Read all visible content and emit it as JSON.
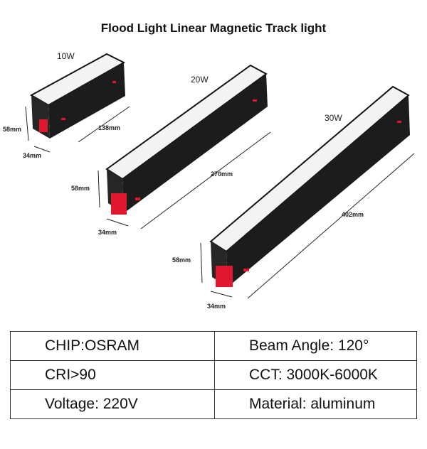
{
  "title": "Flood Light Linear Magnetic Track light",
  "products": [
    {
      "watt": "10W",
      "height": "58mm",
      "width": "34mm",
      "length": "138mm"
    },
    {
      "watt": "20W",
      "height": "58mm",
      "width": "34mm",
      "length": "270mm"
    },
    {
      "watt": "30W",
      "height": "58mm",
      "width": "34mm",
      "length": "402mm"
    }
  ],
  "specs": [
    [
      "CHIP:OSRAM",
      "Beam Angle: 120°"
    ],
    [
      "CRI>90",
      "CCT: 3000K-6000K"
    ],
    [
      "Voltage: 220V",
      "Material: aluminum"
    ]
  ],
  "colors": {
    "body": "#1a1a1a",
    "diffuser": "#f2f2f2",
    "accent_red": "#e0182d",
    "border": "#333333"
  }
}
